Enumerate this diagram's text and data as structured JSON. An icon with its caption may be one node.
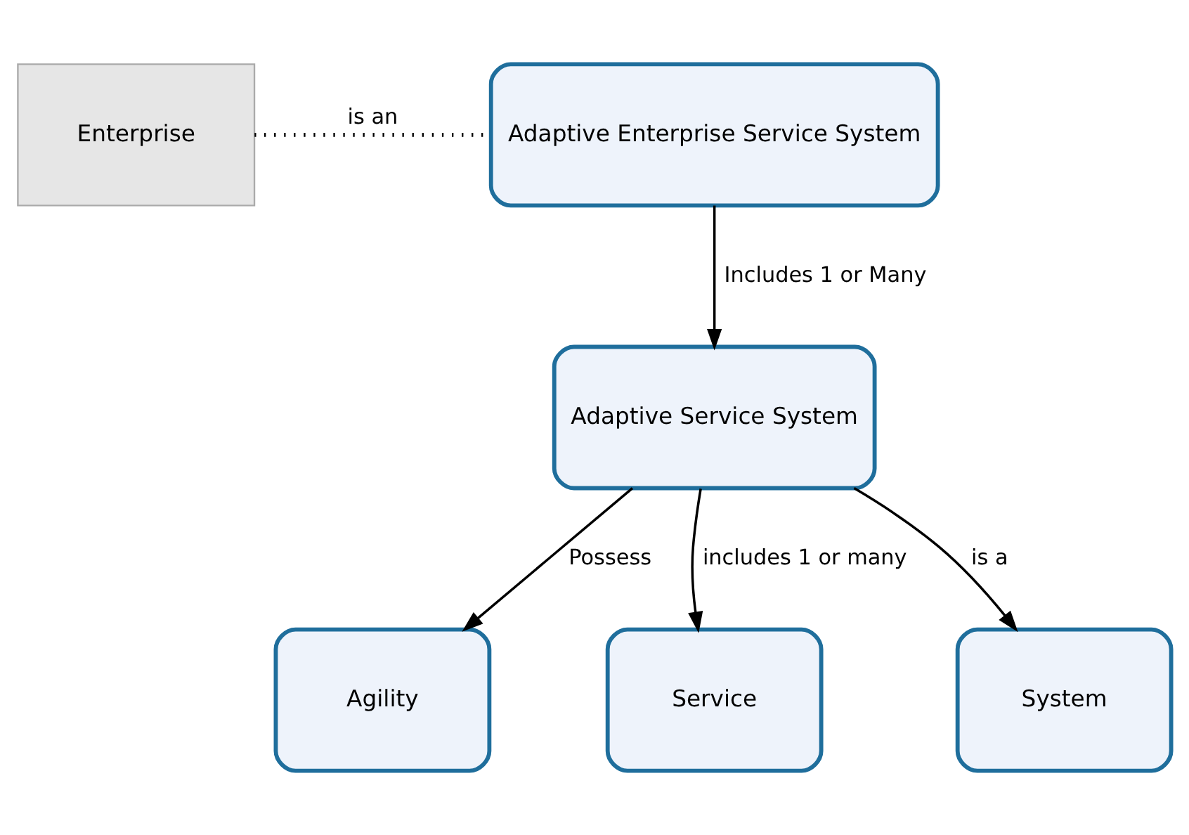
{
  "diagram": {
    "nodes": [
      {
        "text": [
          "Enterprise"
        ]
      },
      {
        "text": [
          "Adaptive Enterprise Service System"
        ]
      },
      {
        "text": [
          "Adaptive Service System"
        ]
      },
      {
        "text": [
          "Agility"
        ]
      },
      {
        "text": [
          "Service"
        ]
      },
      {
        "text": [
          "System"
        ]
      }
    ],
    "edges": [
      {
        "from": 0,
        "to": 1,
        "arrow": "none",
        "label": "is an",
        "style": "dashed"
      },
      {
        "from": 1,
        "to": 2,
        "arrow": "to",
        "label": "Includes 1 or Many"
      },
      {
        "from": 2,
        "to": 3,
        "arrow": "to",
        "label": "Possess"
      },
      {
        "from": 2,
        "to": 4,
        "arrow": "to",
        "label": "includes 1 or many"
      },
      {
        "from": 2,
        "to": 5,
        "arrow": "to",
        "label": "is a"
      }
    ]
  }
}
